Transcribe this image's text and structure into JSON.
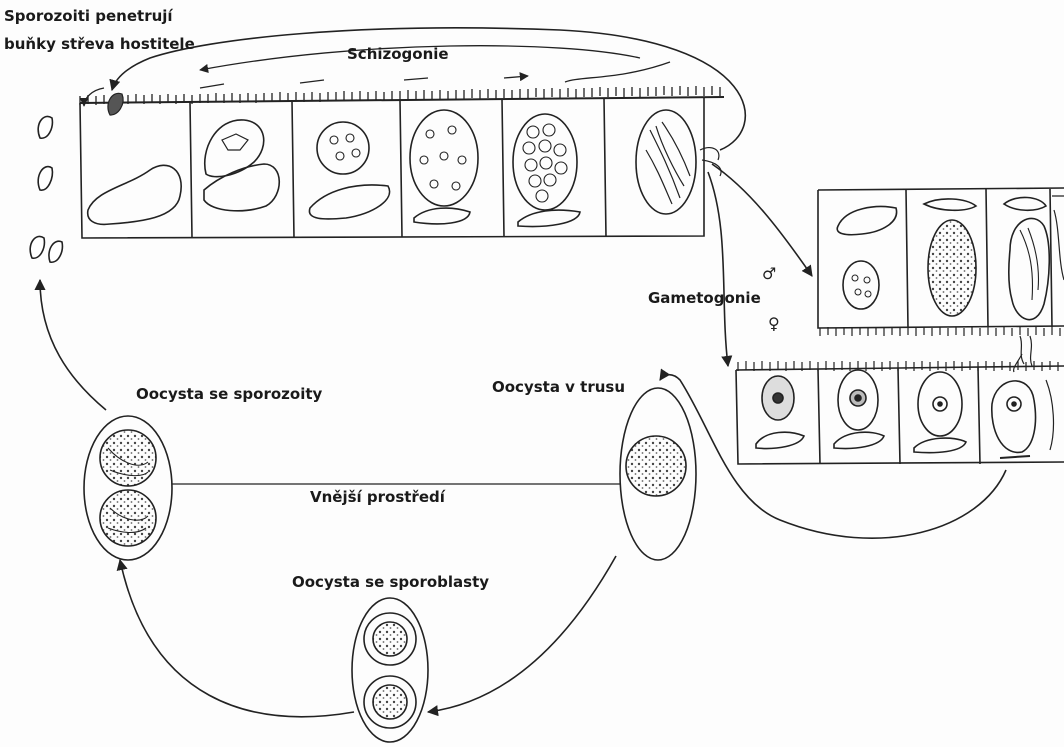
{
  "labels": {
    "sporozoiti_line1": "Sporozoiti penetrují",
    "sporozoiti_line2": "buňky střeva hostitele",
    "schizogonie": "Schizogonie",
    "gametogonie": "Gametogonie",
    "oocysta_sporozoity": "Oocysta se sporozoity",
    "oocysta_trus": "Oocysta v trusu",
    "vnejsi_prostredi": "Vnější prostředí",
    "oocysta_sporoblasty": "Oocysta se sporoblasty"
  },
  "symbols": {
    "male": "♂",
    "female": "♀"
  }
}
